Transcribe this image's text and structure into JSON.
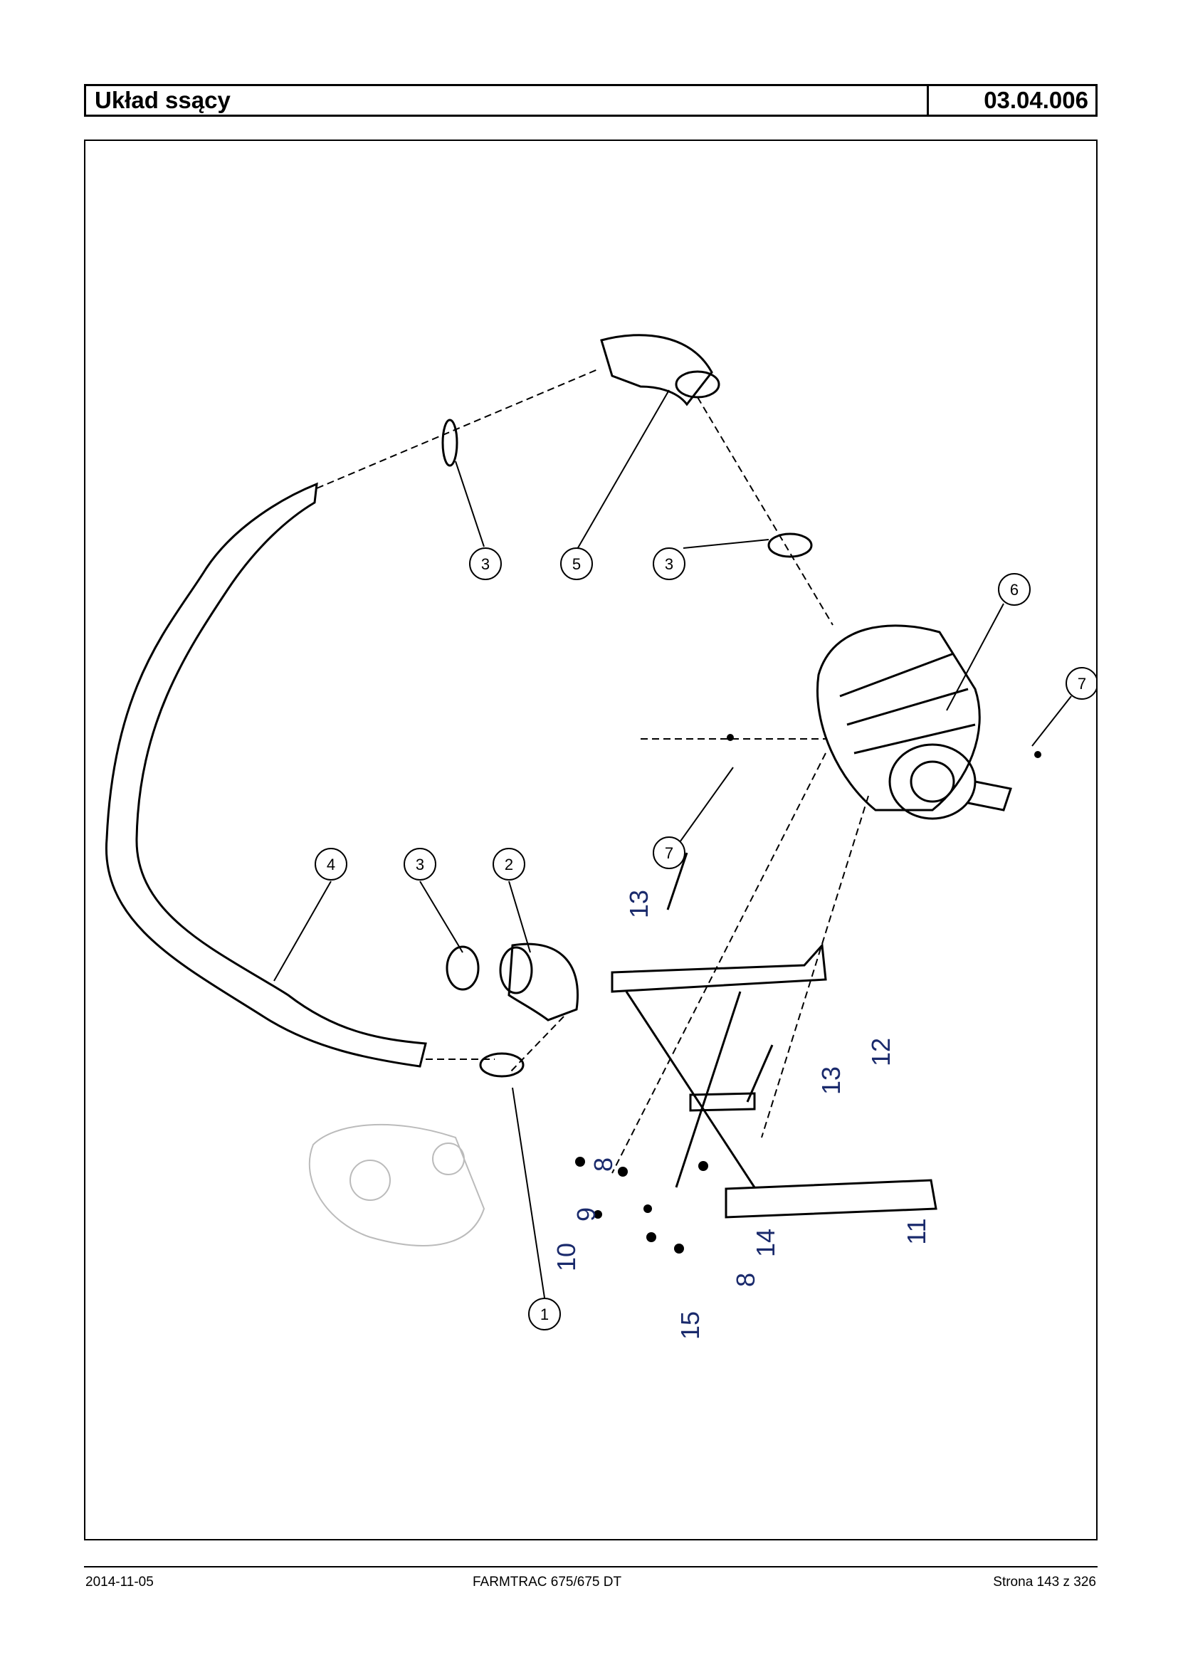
{
  "header": {
    "title": "Układ ssący",
    "code": "03.04.006"
  },
  "diagram": {
    "callouts_circle": [
      "3",
      "5",
      "3",
      "6",
      "7",
      "7",
      "4",
      "3",
      "2",
      "1"
    ],
    "callouts_plain": [
      "13",
      "12",
      "13",
      "11",
      "8",
      "9",
      "10",
      "14",
      "8",
      "15"
    ]
  },
  "footer": {
    "date": "2014-11-05",
    "model": "FARMTRAC 675/675 DT",
    "page": "Strona 143 z 326"
  }
}
